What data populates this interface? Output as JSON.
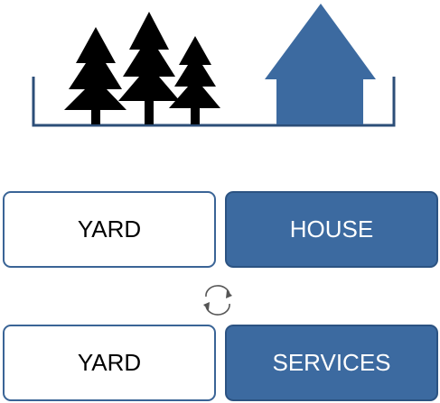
{
  "scene": {
    "icons": [
      "tree-icon",
      "tree-icon",
      "tree-icon",
      "house-icon"
    ],
    "colors": {
      "tree": "#000000",
      "house": "#3c6aa0",
      "ground": "#2c4e78"
    }
  },
  "row1": {
    "left_label": "YARD",
    "right_label": "HOUSE"
  },
  "row2": {
    "left_label": "YARD",
    "right_label": "SERVICES"
  },
  "swap": {
    "icon": "swap-cycle-icon"
  },
  "colors": {
    "accent": "#3c6aa0",
    "border": "#3a6496",
    "text_dark": "#000000",
    "text_light": "#ffffff"
  }
}
